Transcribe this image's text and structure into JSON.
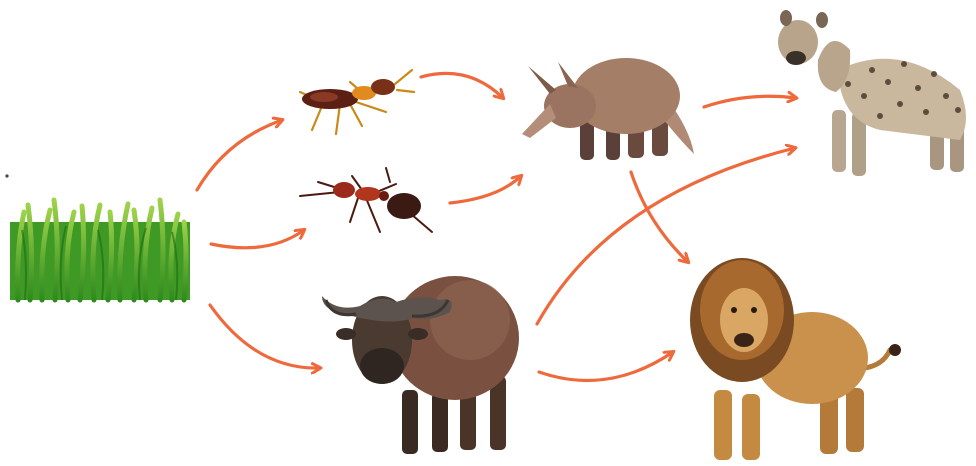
{
  "diagram": {
    "kind": "food-web",
    "arrow_color": "#ee6a3c",
    "organisms": [
      {
        "id": "grass",
        "icon": "grass-icon"
      },
      {
        "id": "termite",
        "icon": "termite-icon"
      },
      {
        "id": "ant",
        "icon": "ant-icon"
      },
      {
        "id": "buffalo",
        "icon": "buffalo-icon"
      },
      {
        "id": "aardvark",
        "icon": "aardvark-icon"
      },
      {
        "id": "hyena",
        "icon": "hyena-icon"
      },
      {
        "id": "lion",
        "icon": "lion-icon"
      }
    ],
    "arrows": [
      {
        "from": "grass",
        "to": "termite"
      },
      {
        "from": "grass",
        "to": "ant"
      },
      {
        "from": "grass",
        "to": "buffalo"
      },
      {
        "from": "termite",
        "to": "aardvark"
      },
      {
        "from": "ant",
        "to": "aardvark"
      },
      {
        "from": "aardvark",
        "to": "hyena"
      },
      {
        "from": "aardvark",
        "to": "lion"
      },
      {
        "from": "buffalo",
        "to": "hyena"
      },
      {
        "from": "buffalo",
        "to": "lion"
      }
    ]
  }
}
